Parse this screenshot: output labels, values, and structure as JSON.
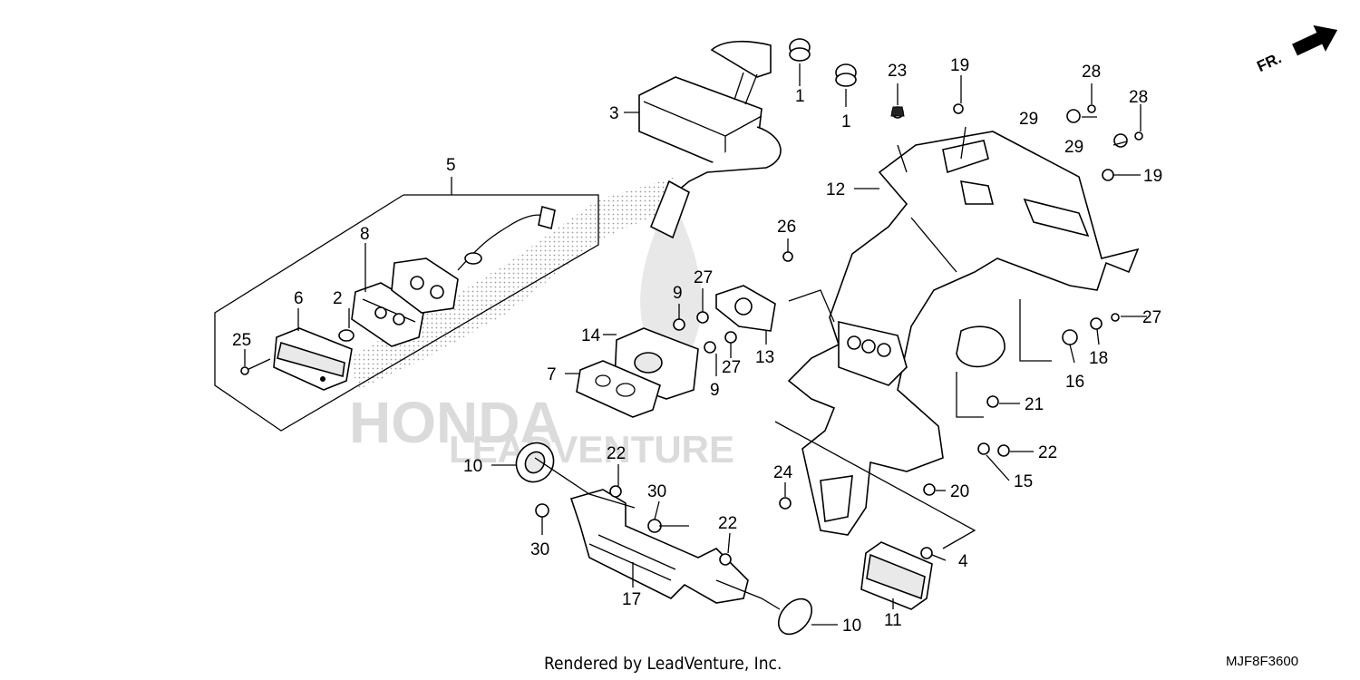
{
  "diagram": {
    "callouts": [
      {
        "id": "c1a",
        "label": "1"
      },
      {
        "id": "c1b",
        "label": "1"
      },
      {
        "id": "c2",
        "label": "2"
      },
      {
        "id": "c3",
        "label": "3"
      },
      {
        "id": "c4",
        "label": "4"
      },
      {
        "id": "c5",
        "label": "5"
      },
      {
        "id": "c6",
        "label": "6"
      },
      {
        "id": "c7",
        "label": "7"
      },
      {
        "id": "c8",
        "label": "8"
      },
      {
        "id": "c9a",
        "label": "9"
      },
      {
        "id": "c9b",
        "label": "9"
      },
      {
        "id": "c10a",
        "label": "10"
      },
      {
        "id": "c10b",
        "label": "10"
      },
      {
        "id": "c11",
        "label": "11"
      },
      {
        "id": "c12",
        "label": "12"
      },
      {
        "id": "c13",
        "label": "13"
      },
      {
        "id": "c14",
        "label": "14"
      },
      {
        "id": "c15",
        "label": "15"
      },
      {
        "id": "c16",
        "label": "16"
      },
      {
        "id": "c17",
        "label": "17"
      },
      {
        "id": "c18",
        "label": "18"
      },
      {
        "id": "c19a",
        "label": "19"
      },
      {
        "id": "c19b",
        "label": "19"
      },
      {
        "id": "c20",
        "label": "20"
      },
      {
        "id": "c21",
        "label": "21"
      },
      {
        "id": "c22a",
        "label": "22"
      },
      {
        "id": "c22b",
        "label": "22"
      },
      {
        "id": "c22c",
        "label": "22"
      },
      {
        "id": "c23",
        "label": "23"
      },
      {
        "id": "c24",
        "label": "24"
      },
      {
        "id": "c25",
        "label": "25"
      },
      {
        "id": "c26",
        "label": "26"
      },
      {
        "id": "c27a",
        "label": "27"
      },
      {
        "id": "c27b",
        "label": "27"
      },
      {
        "id": "c27c",
        "label": "27"
      },
      {
        "id": "c28a",
        "label": "28"
      },
      {
        "id": "c28b",
        "label": "28"
      },
      {
        "id": "c29a",
        "label": "29"
      },
      {
        "id": "c29b",
        "label": "29"
      },
      {
        "id": "c30a",
        "label": "30"
      },
      {
        "id": "c30b",
        "label": "30"
      }
    ],
    "front_arrow_label": "FR.",
    "diagram_code": "MJF8F3600",
    "footer": "Rendered by LeadVenture, Inc.",
    "watermark": {
      "brand": "HONDA",
      "company": "LEADVENTURE"
    }
  }
}
